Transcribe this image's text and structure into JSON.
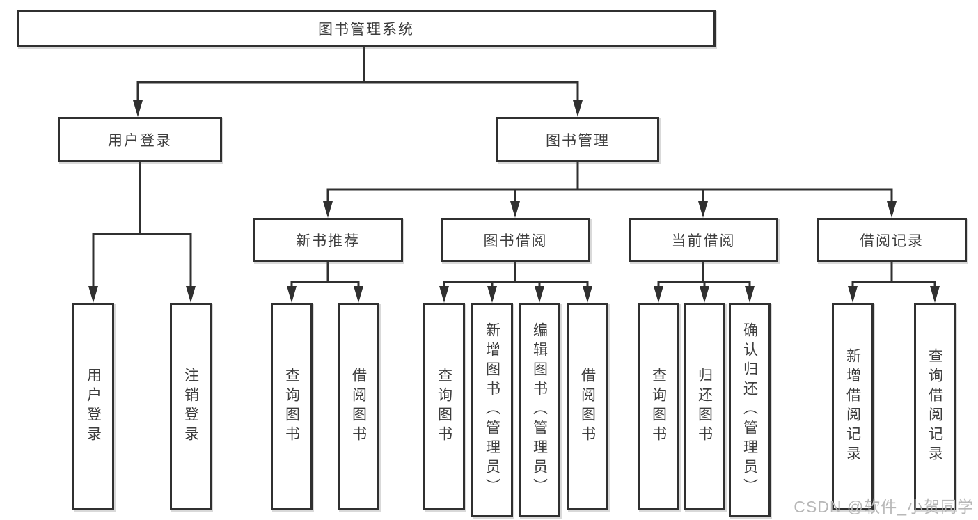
{
  "root": {
    "label": "图书管理系统"
  },
  "branches": [
    {
      "label": "用户登录",
      "children": [
        {
          "label": "用户登录"
        },
        {
          "label": "注销登录"
        }
      ]
    },
    {
      "label": "图书管理",
      "groups": [
        {
          "label": "新书推荐",
          "children": [
            {
              "label": "查询图书"
            },
            {
              "label": "借阅图书"
            }
          ]
        },
        {
          "label": "图书借阅",
          "children": [
            {
              "label": "查询图书"
            },
            {
              "label": "新增图书（管理员）"
            },
            {
              "label": "编辑图书（管理员）"
            },
            {
              "label": "借阅图书"
            }
          ]
        },
        {
          "label": "当前借阅",
          "children": [
            {
              "label": "查询图书"
            },
            {
              "label": "归还图书"
            },
            {
              "label": "确认归还（管理员）"
            }
          ]
        },
        {
          "label": "借阅记录",
          "children": [
            {
              "label": "新增借阅记录"
            },
            {
              "label": "查询借阅记录"
            }
          ]
        }
      ]
    }
  ],
  "watermark": "CSDN @软件_小贺同学",
  "colors": {
    "line": "#303030",
    "box_border": "#303030",
    "box_background": "#ffffff",
    "text": "#3d3d3d",
    "watermark_text": "#b7b7b7"
  }
}
